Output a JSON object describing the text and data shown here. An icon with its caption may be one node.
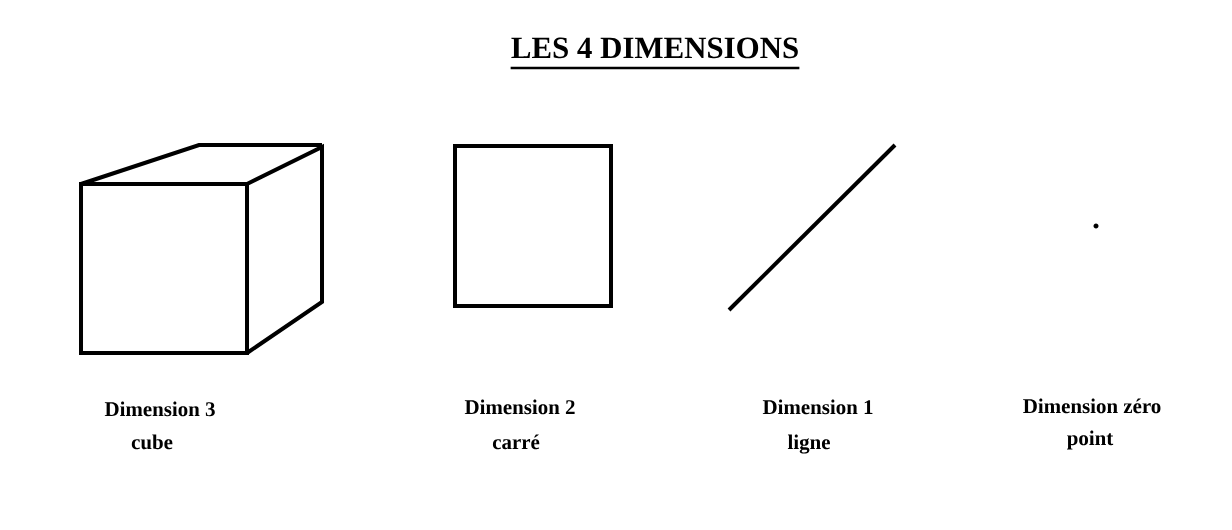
{
  "diagram": {
    "title": "LES 4 DIMENSIONS",
    "labels": [
      "Dimension 3",
      "cube",
      "Dimension 2",
      "carré",
      "Dimension 1",
      "ligne",
      "Dimension zéro",
      "point"
    ]
  }
}
